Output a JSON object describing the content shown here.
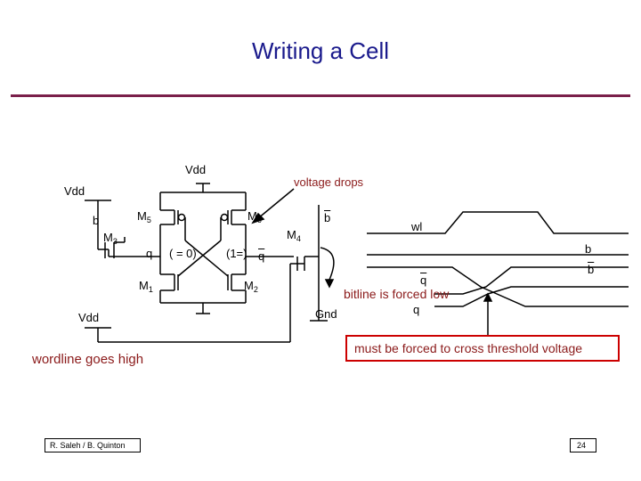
{
  "title": "Writing a Cell",
  "labels": {
    "vdd_top": "Vdd",
    "vdd_left": "Vdd",
    "vdd_bottom": "Vdd",
    "voltage_drops": "voltage drops",
    "b": "b",
    "b_bar": "b",
    "m3": "M",
    "m3_sub": "3",
    "m5": "M",
    "m5_sub": "5",
    "m6": "M",
    "m6_sub": "6",
    "m4": "M",
    "m4_sub": "4",
    "m1": "M",
    "m1_sub": "1",
    "m2": "M",
    "m2_sub": "2",
    "q": "q",
    "eq0": "( = 0)",
    "eq1": "(1=)",
    "q_bar": "q",
    "gnd": "Gnd",
    "wordline": "wordline goes high"
  },
  "waveform": {
    "wl": "wl",
    "b": "b",
    "b_bar": "b",
    "q_bar": "q",
    "bitline_forced": "bitline is forced low",
    "q": "q"
  },
  "note": "must be forced to cross threshold voltage",
  "footer": {
    "author": "R. Saleh / B. Quinton",
    "page": "24"
  },
  "colors": {
    "title": "#1a1a8c",
    "accent_text": "#8b1a1a",
    "rule": "#7a1f4a",
    "box": "#cc0000"
  }
}
